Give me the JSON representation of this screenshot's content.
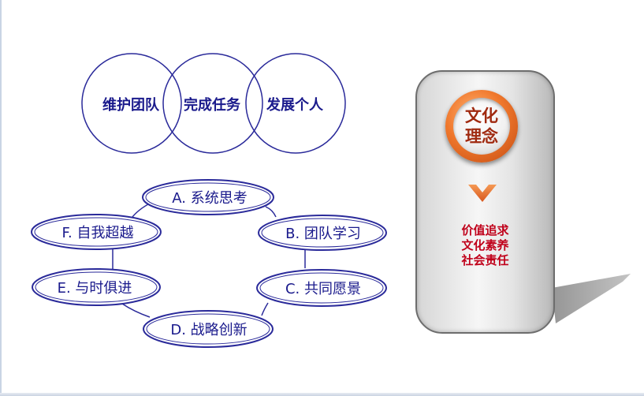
{
  "venn": {
    "left": "维护团队",
    "center": "完成任务",
    "right": "发展个人"
  },
  "cycle": {
    "a": "A. 系统思考",
    "b": "B. 团队学习",
    "c": "C. 共同愿景",
    "d": "D. 战略创新",
    "e": "E. 与时俱进",
    "f": "F. 自我超越"
  },
  "panel": {
    "badge_line_1": "文化",
    "badge_line_2": "理念",
    "icon": "chevron-down-icon",
    "values": [
      "价值追求",
      "文化素养",
      "社会责任"
    ]
  },
  "colors": {
    "outline": "#2a2a9a",
    "label": "#1a1a8c",
    "badge_text": "#a02a10",
    "values_text": "#c0001a",
    "chevron": "#e8722a"
  }
}
